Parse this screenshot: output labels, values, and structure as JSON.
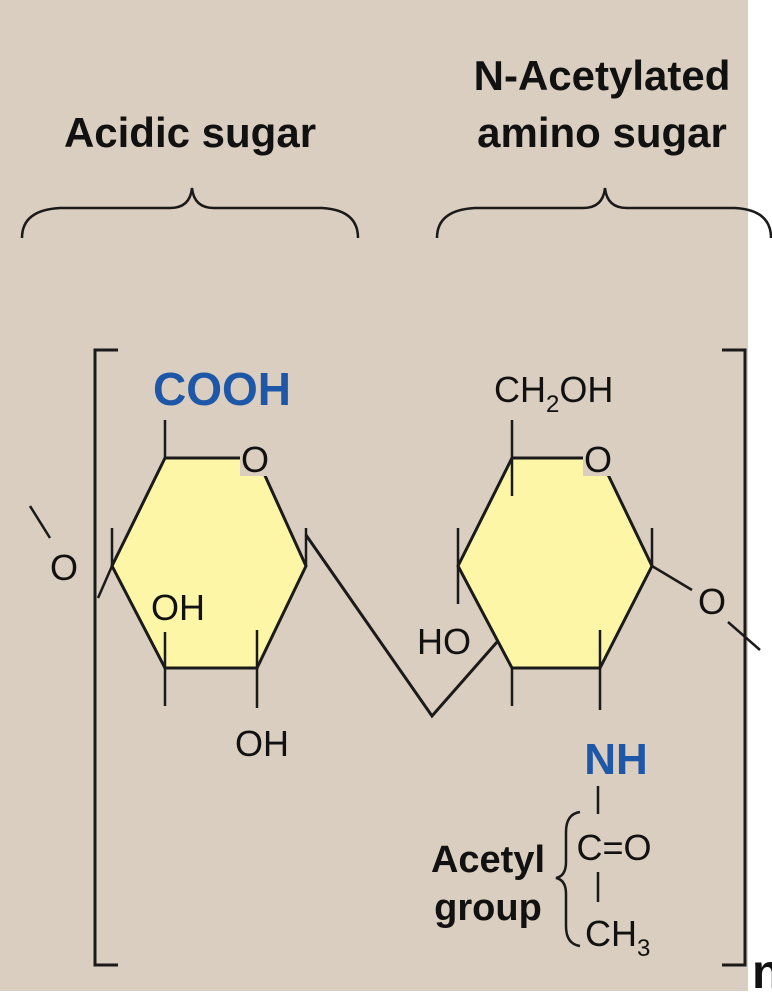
{
  "labels": {
    "acidic_sugar": "Acidic sugar",
    "amino_sugar_line1": "N-Acetylated",
    "amino_sugar_line2": "amino sugar",
    "acetyl_line1": "Acetyl",
    "acetyl_line2": "group",
    "repeat_subscript": "n"
  },
  "atoms": {
    "cooh": "COOH",
    "ring_oxygen_left": "O",
    "ring_oxygen_right": "O",
    "oh_ring": "OH",
    "oh_bottom": "OH",
    "ch2oh_main": "CH",
    "ch2oh_sub": "2",
    "ch2oh_end": "OH",
    "glycosidic_o_left": "O",
    "glycosidic_o_right": "O",
    "ho": "HO",
    "nh": "NH",
    "carbonyl": "C=O",
    "methyl_main": "CH",
    "methyl_sub": "3"
  },
  "colors": {
    "background": "#d9cebf",
    "ring_fill": "#fdf6a6",
    "highlight_blue": "#1f57a8",
    "line": "#1a1a1a"
  }
}
